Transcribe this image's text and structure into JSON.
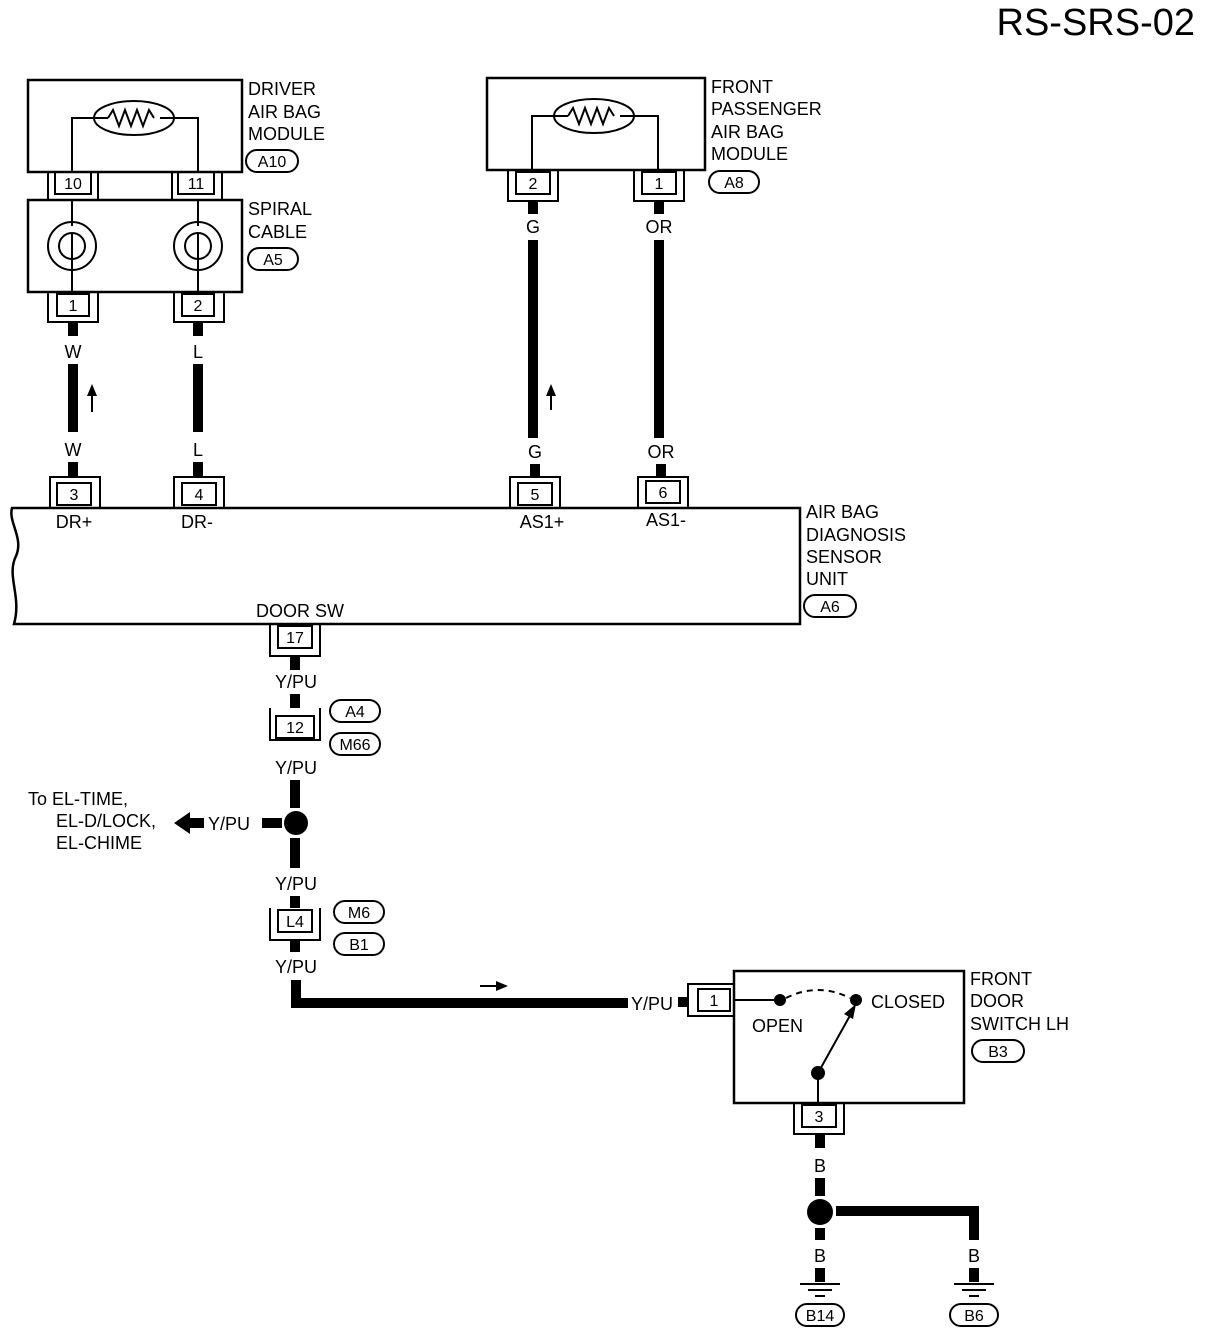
{
  "page_id": "RS-SRS-02",
  "components": {
    "driver_airbag": {
      "label": [
        "DRIVER",
        "AIR BAG",
        "MODULE"
      ],
      "code": "A10",
      "pins": [
        "10",
        "11"
      ]
    },
    "spiral_cable": {
      "label": [
        "SPIRAL",
        "CABLE"
      ],
      "code": "A5",
      "pins": [
        "1",
        "2"
      ]
    },
    "passenger_airbag": {
      "label": [
        "FRONT",
        "PASSENGER",
        "AIR  BAG",
        "MODULE"
      ],
      "code": "A8",
      "pins": [
        "2",
        "1"
      ]
    },
    "diagnosis_unit": {
      "label": [
        "AIR BAG",
        "DIAGNOSIS",
        "SENSOR",
        "UNIT"
      ],
      "code": "A6",
      "pins": [
        "3",
        "4",
        "5",
        "6",
        "17"
      ],
      "terminals": [
        "DR+",
        "DR-",
        "AS1+",
        "AS1-",
        "DOOR SW"
      ]
    },
    "connector_12": {
      "pin": "12",
      "codes": [
        "A4",
        "M66"
      ]
    },
    "connector_l4": {
      "pin": "L4",
      "codes": [
        "M6",
        "B1"
      ]
    },
    "door_switch": {
      "label": [
        "FRONT",
        "DOOR",
        "SWITCH LH"
      ],
      "code": "B3",
      "pins": [
        "1",
        "3"
      ],
      "states": [
        "OPEN",
        "CLOSED"
      ]
    },
    "grounds": [
      "B14",
      "B6"
    ]
  },
  "wires": {
    "w": "W",
    "l": "L",
    "g": "G",
    "or": "OR",
    "ypu": "Y/PU",
    "b": "B"
  },
  "splice_note": [
    "To EL-TIME,",
    "EL-D/LOCK,",
    "EL-CHIME"
  ]
}
